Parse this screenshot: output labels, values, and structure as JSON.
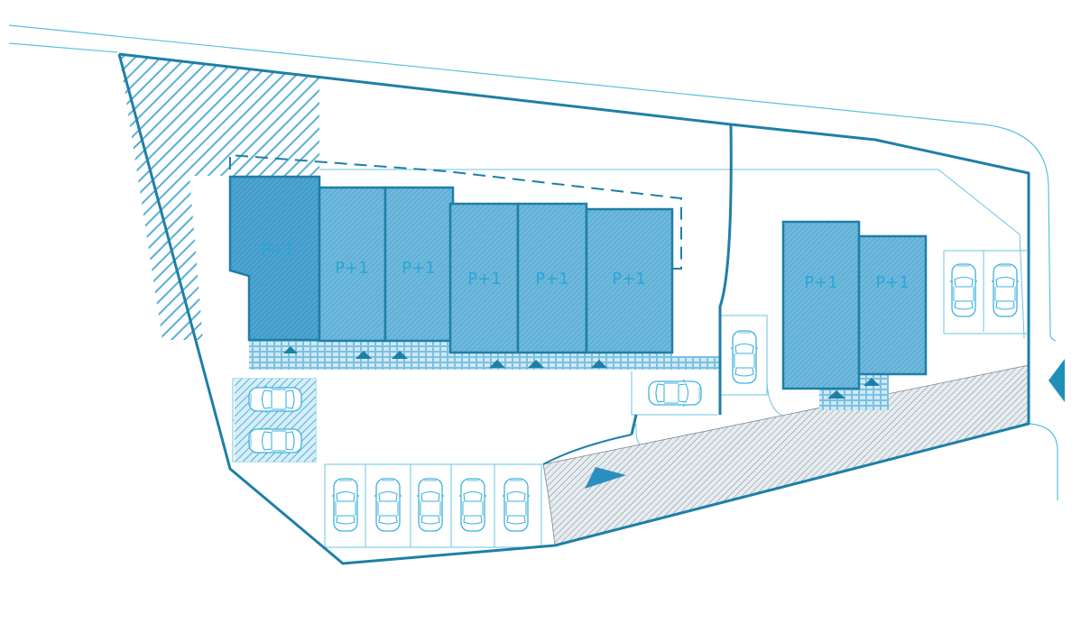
{
  "colors": {
    "outline": "#1e7fa6",
    "thin": "#5bc0de",
    "fill": "#5aafd8",
    "fill_dark": "#3f97c6",
    "hatch": "#3a9fd0",
    "label": "#2aa7d3",
    "road_hatch": "#7a8a92"
  },
  "buildings": [
    {
      "id": "b1",
      "label": "P+1"
    },
    {
      "id": "b2",
      "label": "P+1"
    },
    {
      "id": "b3",
      "label": "P+1"
    },
    {
      "id": "b4",
      "label": "P+1"
    },
    {
      "id": "b5",
      "label": "P+1"
    },
    {
      "id": "b6",
      "label": "P+1"
    },
    {
      "id": "b7",
      "label": "P+1"
    },
    {
      "id": "b8",
      "label": "P+1"
    }
  ],
  "parking": {
    "bottom_row_count": 5,
    "left_stack_count": 2,
    "right_pair_count": 2
  },
  "icons": {
    "entry_arrow": "triangle-right-icon",
    "side_arrow": "triangle-left-icon",
    "door_markers": "triangle-up-icon",
    "car": "car-top-view-icon"
  }
}
